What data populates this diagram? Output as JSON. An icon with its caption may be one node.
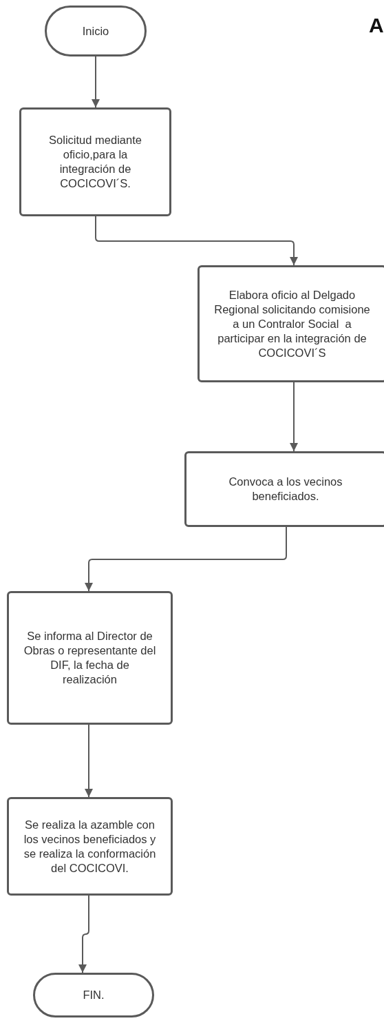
{
  "diagram": {
    "nodes": [
      {
        "text": [
          "Inicio"
        ]
      },
      {
        "text": [
          "Solicitud mediante oficio,para la integración de COCICOVI´S."
        ]
      },
      {
        "text": [
          "Elabora oficio al Delgado Regional solicitando comisione a un Contralor Social  a participar en la integración de COCICOVI´S"
        ]
      },
      {
        "text": [
          "Convoca a los vecinos beneficiados."
        ]
      },
      {
        "text": [
          "Se informa al Director de Obras o representante del DIF, la fecha de realización"
        ]
      },
      {
        "text": [
          "Se realiza la azamble con los vecinos beneficiados y se realiza la conformación del COCICOVI."
        ]
      },
      {
        "text": [
          "FIN."
        ]
      }
    ],
    "edges": [
      {
        "from": 0,
        "to": 1,
        "arrow": "to"
      },
      {
        "from": 1,
        "to": 2,
        "arrow": "to"
      },
      {
        "from": 2,
        "to": 3,
        "arrow": "to"
      },
      {
        "from": 3,
        "to": 4,
        "arrow": "to"
      },
      {
        "from": 4,
        "to": 5,
        "arrow": "to"
      },
      {
        "from": 5,
        "to": 6,
        "arrow": "to"
      }
    ],
    "labels": [
      "A"
    ]
  }
}
